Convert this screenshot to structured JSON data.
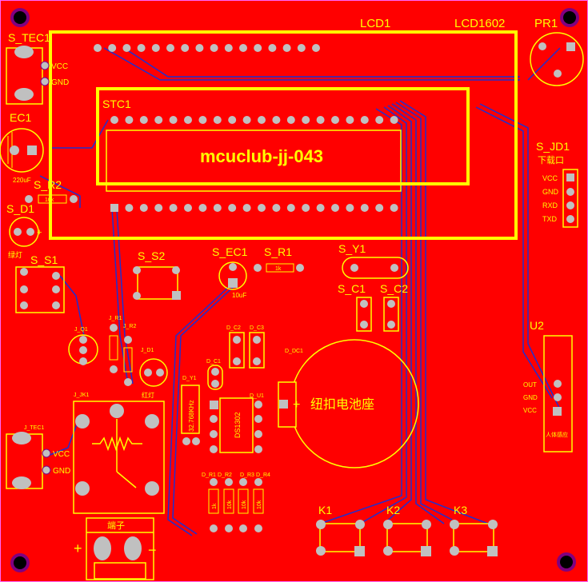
{
  "colors": {
    "board": "#ff0000",
    "silkscreen": "#ffff00",
    "trace": "#1f2fd0",
    "pad": "#c0c0c0",
    "via_ring": "#800080",
    "mount_hole": "#000000"
  },
  "labels": {
    "s_tec1": "S_TEC1",
    "lcd1": "LCD1",
    "lcd1602": "LCD1602",
    "pr1": "PR1",
    "stc1": "STC1",
    "ec1": "EC1",
    "ec1_val": "220uF",
    "s_r2": "S_R2",
    "s_r2_val": "10k",
    "s_d1": "S_D1",
    "s_d1_sub": "绿灯",
    "s_s1": "S_S1",
    "s_s2": "S_S2",
    "s_ec1": "S_EC1",
    "s_ec1_val": "10uF",
    "s_r1": "S_R1",
    "s_r1_val": "1k",
    "s_y1": "S_Y1",
    "s_c1": "S_C1",
    "s_c2": "S_C2",
    "s_jd1": "S_JD1",
    "s_jd1_sub": "下载口",
    "jd_vcc": "VCC",
    "jd_gnd": "GND",
    "jd_rxd": "RXD",
    "jd_txd": "TXD",
    "vcc": "VCC",
    "gnd": "GND",
    "mcu_label": "mcuclub-jj-043",
    "u2": "U2",
    "u2_out": "OUT",
    "u2_gnd": "GND",
    "u2_vcc": "VCC",
    "u2_note": "人体感应",
    "j_q1": "J_Q1",
    "j_r1": "J_R1",
    "j_r2": "J_R2",
    "j_d1": "J_D1",
    "j_d1_sub": "红灯",
    "j_jk1": "J_JK1",
    "j_tec1": "J_TEC1",
    "d_c2": "D_C2",
    "d_c3": "D_C3",
    "d_c1": "D_C1",
    "d_y1": "D_Y1",
    "d_y1_val": "32.768KHz",
    "d_u1": "D_U1",
    "d_u1_val": "DS1302",
    "d_dc1": "D_DC1",
    "battery": "纽扣电池座",
    "d_r1": "D_R1",
    "d_r2": "D_R2",
    "d_r3": "D_R3",
    "d_r4": "D_R4",
    "r_val_a": "1k",
    "r_val_b": "10k",
    "k1": "K1",
    "k2": "K2",
    "k3": "K3",
    "terminal": "端子",
    "plus": "+",
    "minus": "−"
  }
}
